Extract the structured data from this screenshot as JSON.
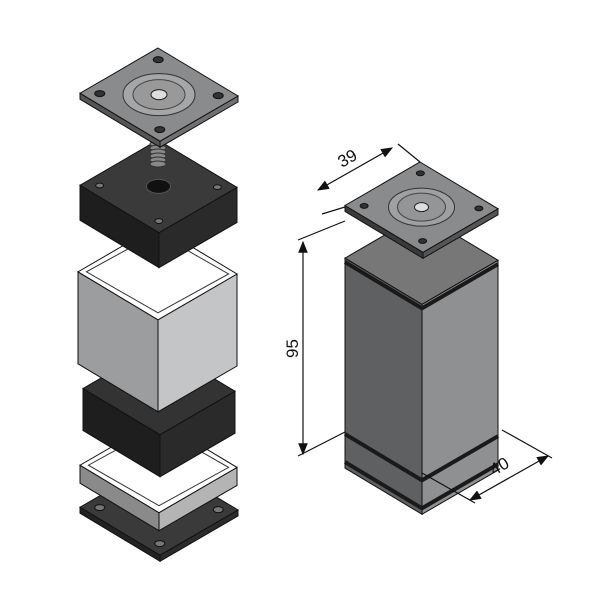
{
  "dimensions": {
    "width_top": "39",
    "height": "95",
    "width_bottom": "40"
  },
  "colors": {
    "body_left": "#5f6062",
    "body_right": "#8f9092",
    "plate_top": "#8a8b8d",
    "black_part": "#2a2a2a",
    "dimension_line": "#111111"
  }
}
